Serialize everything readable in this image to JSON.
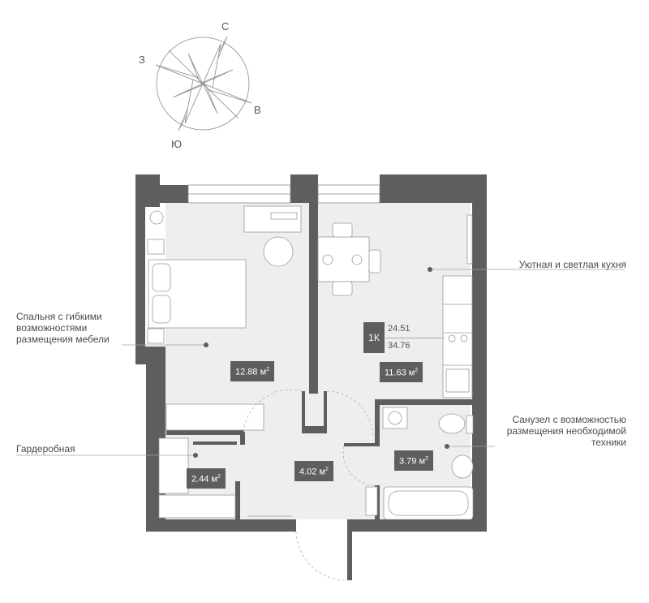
{
  "compass": {
    "north": "С",
    "west": "З",
    "east": "В",
    "south": "Ю"
  },
  "rooms": {
    "bedroom": {
      "area": "12.88 м",
      "sup": "2",
      "description": "Спальня с гибкими возможностями размещения мебели",
      "description_lines": [
        "Спальня с гибкими",
        "возможностями",
        "размещения мебели"
      ]
    },
    "kitchen": {
      "area": "11.63 м",
      "sup": "2",
      "description": "Уютная и светлая кухня"
    },
    "hall": {
      "area": "4.02 м",
      "sup": "2"
    },
    "bathroom": {
      "area": "3.79 м",
      "sup": "2",
      "description_lines": [
        "Санузел с возможностью",
        "размещения необходимой",
        "техники"
      ]
    },
    "wardrobe": {
      "area": "2.44 м",
      "sup": "2",
      "description": "Гардеробная"
    }
  },
  "apartment": {
    "type": "1К",
    "living_area": "24.51",
    "total_area": "34.76"
  },
  "colors": {
    "wall": "#5e5d5f",
    "floor": "#efedee",
    "line": "#9a9a9a",
    "badge": "#5e5d5f"
  }
}
